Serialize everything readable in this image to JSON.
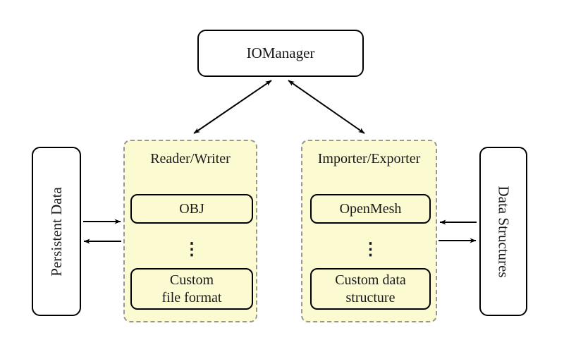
{
  "nodes": {
    "iomanager": "IOManager",
    "persistent_data": "Persistent Data",
    "data_structures": "Data Structures"
  },
  "left_group": {
    "label": "Reader/Writer",
    "items": [
      "OBJ",
      "⋮",
      "Custom\nfile format"
    ]
  },
  "right_group": {
    "label": "Importer/Exporter",
    "items": [
      "OpenMesh",
      "⋮",
      "Custom data\nstructure"
    ]
  },
  "edges": [
    {
      "from": "iomanager",
      "to": "reader-writer",
      "direction": "bidirectional"
    },
    {
      "from": "iomanager",
      "to": "importer-exporter",
      "direction": "bidirectional"
    },
    {
      "from": "persistent-data",
      "to": "reader-writer",
      "direction": "right"
    },
    {
      "from": "reader-writer",
      "to": "persistent-data",
      "direction": "left"
    },
    {
      "from": "data-structures",
      "to": "importer-exporter",
      "direction": "left"
    },
    {
      "from": "importer-exporter",
      "to": "data-structures",
      "direction": "right"
    }
  ],
  "colors": {
    "group_fill": "#fcfad0",
    "group_border": "#979797",
    "node_border": "#000000",
    "node_fill": "#ffffff",
    "arrow": "#000000"
  }
}
